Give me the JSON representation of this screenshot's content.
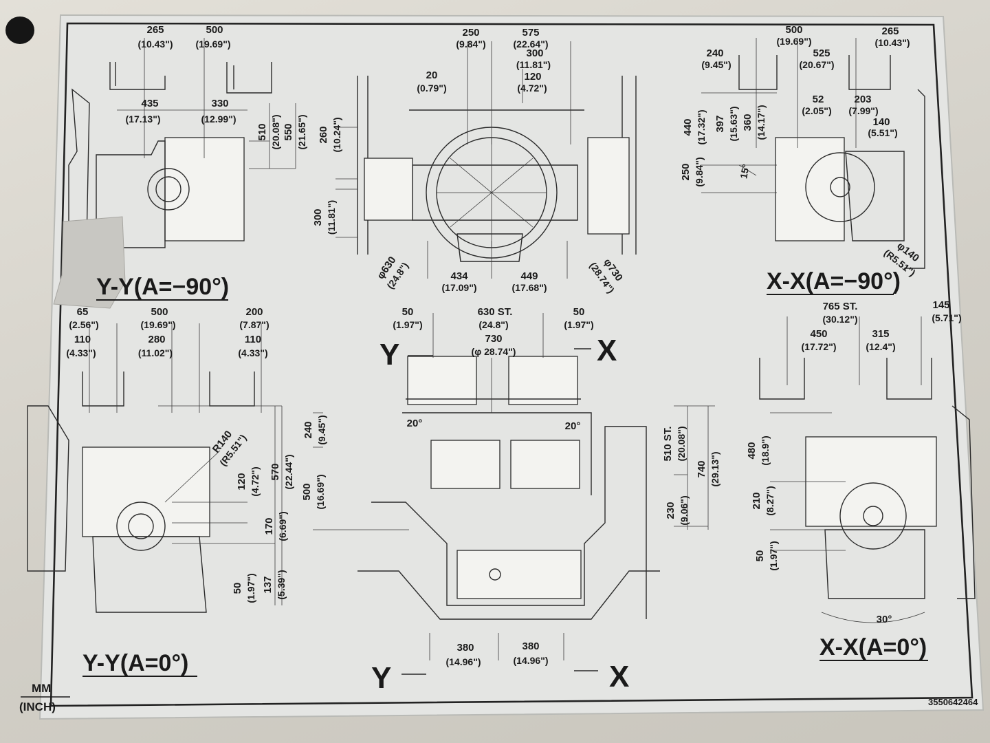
{
  "plate": {
    "views": {
      "yy_tilt": "Y-Y(A=−90°)",
      "xx_tilt": "X-X(A=−90°)",
      "yy_zero": "Y-Y(A=0°)",
      "xx_zero": "X-X(A=0°)"
    },
    "units": {
      "mm": "MM",
      "inch": "(INCH)"
    },
    "part_number": "3550642464",
    "axes": {
      "y": "Y",
      "x": "X"
    },
    "dims": {
      "tl_265": [
        "265",
        "(10.43\")"
      ],
      "tl_500": [
        "500",
        "(19.69\")"
      ],
      "tl_435": [
        "435",
        "(17.13\")"
      ],
      "tl_330": [
        "330",
        "(12.99\")"
      ],
      "tl_510": [
        "510",
        "(20.08\")"
      ],
      "tl_550": [
        "550",
        "(21.65\")"
      ],
      "tc_250": [
        "250",
        "(9.84\")"
      ],
      "tc_575": [
        "575",
        "(22.64\")"
      ],
      "tc_300": [
        "300",
        "(11.81\")"
      ],
      "tc_120": [
        "120",
        "(4.72\")"
      ],
      "tc_20": [
        "20",
        "(0.79\")"
      ],
      "tc_260": [
        "260",
        "(10.24\")"
      ],
      "tc_300v": [
        "300",
        "(11.81\")"
      ],
      "tc_phi630": [
        "φ630",
        "(24.8\")"
      ],
      "tc_phi730": [
        "φ730",
        "(28.74\")"
      ],
      "tc_434": [
        "434",
        "(17.09\")"
      ],
      "tc_449": [
        "449",
        "(17.68\")"
      ],
      "tr_500": [
        "500",
        "(19.69\")"
      ],
      "tr_265": [
        "265",
        "(10.43\")"
      ],
      "tr_240": [
        "240",
        "(9.45\")"
      ],
      "tr_525": [
        "525",
        "(20.67\")"
      ],
      "tr_52": [
        "52",
        "(2.05\")"
      ],
      "tr_203": [
        "203",
        "(7.99\")"
      ],
      "tr_140": [
        "140",
        "(5.51\")"
      ],
      "tr_440": [
        "440",
        "(17.32\")"
      ],
      "tr_397": [
        "397",
        "(15.63\")"
      ],
      "tr_360": [
        "360",
        "(14.17\")"
      ],
      "tr_250": [
        "250",
        "(9.84\")"
      ],
      "tr_15": "15°",
      "tr_phi140": [
        "φ140",
        "(R5.51\")"
      ],
      "bl_65": [
        "65",
        "(2.56\")"
      ],
      "bl_500": [
        "500",
        "(19.69\")"
      ],
      "bl_200": [
        "200",
        "(7.87\")"
      ],
      "bl_110a": [
        "110",
        "(4.33\")"
      ],
      "bl_280": [
        "280",
        "(11.02\")"
      ],
      "bl_110b": [
        "110",
        "(4.33\")"
      ],
      "bl_r140": [
        "R140",
        "(R5.51\")"
      ],
      "bl_120": [
        "120",
        "(4.72\")"
      ],
      "bl_570": [
        "570",
        "(22.44\")"
      ],
      "bl_170": [
        "170",
        "(6.69\")"
      ],
      "bl_50": [
        "50",
        "(1.97\")"
      ],
      "bl_137": [
        "137",
        "(5.39\")"
      ],
      "bc_50a": [
        "50",
        "(1.97\")"
      ],
      "bc_630": [
        "630 ST.",
        "(24.8\")"
      ],
      "bc_50b": [
        "50",
        "(1.97\")"
      ],
      "bc_730": [
        "730",
        "(φ 28.74\")"
      ],
      "bc_20a": "20°",
      "bc_20b": "20°",
      "bc_240": [
        "240",
        "(9.45\")"
      ],
      "bc_500": [
        "500",
        "(16.69\")"
      ],
      "bc_510": [
        "510 ST.",
        "(20.08\")"
      ],
      "bc_740": [
        "740",
        "(29.13\")"
      ],
      "bc_230": [
        "230",
        "(9.06\")"
      ],
      "bc_380a": [
        "380",
        "(14.96\")"
      ],
      "bc_380b": [
        "380",
        "(14.96\")"
      ],
      "br_765": [
        "765 ST.",
        "(30.12\")"
      ],
      "br_145": [
        "145",
        "(5.71\")"
      ],
      "br_450": [
        "450",
        "(17.72\")"
      ],
      "br_315": [
        "315",
        "(12.4\")"
      ],
      "br_480": [
        "480",
        "(18.9\")"
      ],
      "br_210": [
        "210",
        "(8.27\")"
      ],
      "br_50": [
        "50",
        "(1.97\")"
      ],
      "br_30": "30°"
    }
  },
  "colors": {
    "plate": "#e4e5e3",
    "ink": "#1a1a1a",
    "background": "#d9d6ce",
    "hole": "#151515"
  }
}
